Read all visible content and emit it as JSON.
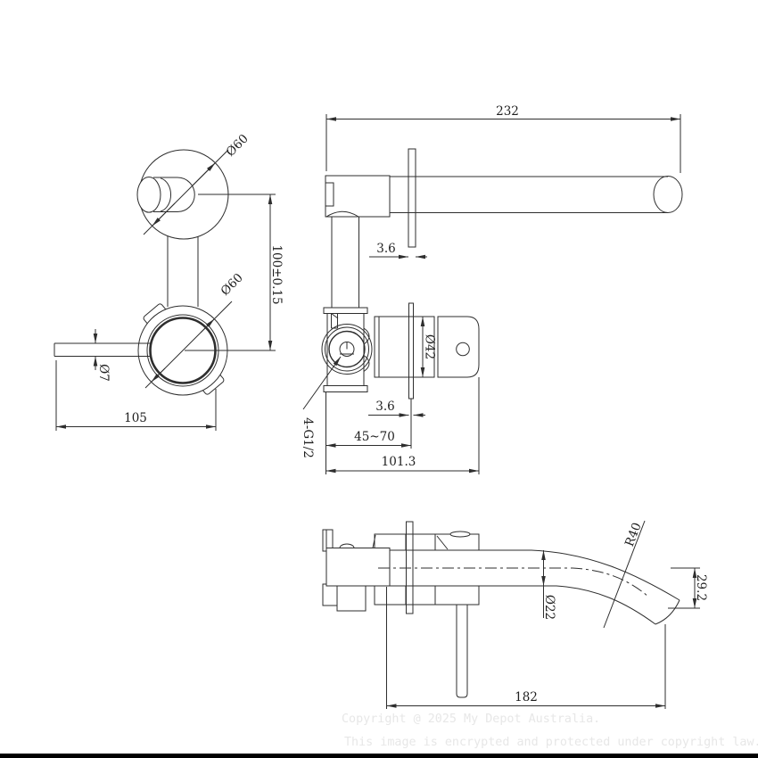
{
  "drawing": {
    "front_view": {
      "dia_top_flange": "Ø60",
      "dia_handle_flange": "Ø60",
      "center_distance": "100±0.15",
      "lever_dia": "Ø7",
      "lever_length": "105"
    },
    "spout_view": {
      "spout_length": "232",
      "plate_thickness": "3.6"
    },
    "valve_view": {
      "cartridge_dia": "Ø42",
      "plate_thickness": "3.6",
      "depth_range": "45~70",
      "body_length": "101.3",
      "thread_note": "4-G1/2"
    },
    "bottom_view": {
      "bend_radius": "R40",
      "outlet_drop": "29.2",
      "spout_dia": "Ø22",
      "spout_reach": "182"
    }
  },
  "watermark": {
    "line1": "Copyright @ 2025 My Depot Australia.",
    "line2": "This image is encrypted and protected under copyright law."
  },
  "colors": {
    "line": "#2e2e2e",
    "dim_text": "#1f1f1f",
    "watermark": "#e7e7e7",
    "footer_bar": "#000000",
    "background": "#ffffff"
  }
}
